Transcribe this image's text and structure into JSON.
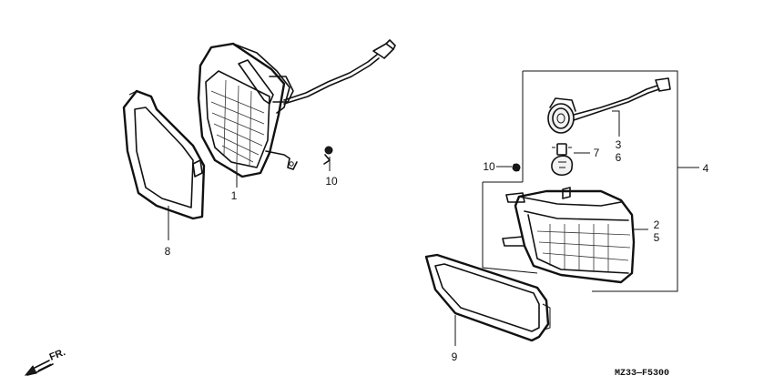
{
  "callouts": {
    "c1": "1",
    "c2": "2",
    "c3": "3",
    "c4": "4",
    "c5": "5",
    "c6": "6",
    "c7": "7",
    "c8": "8",
    "c9": "9",
    "c10a": "10",
    "c10b": "10"
  },
  "direction_marker": {
    "label": "FR."
  },
  "diagram_code": "MZ33—F5300"
}
